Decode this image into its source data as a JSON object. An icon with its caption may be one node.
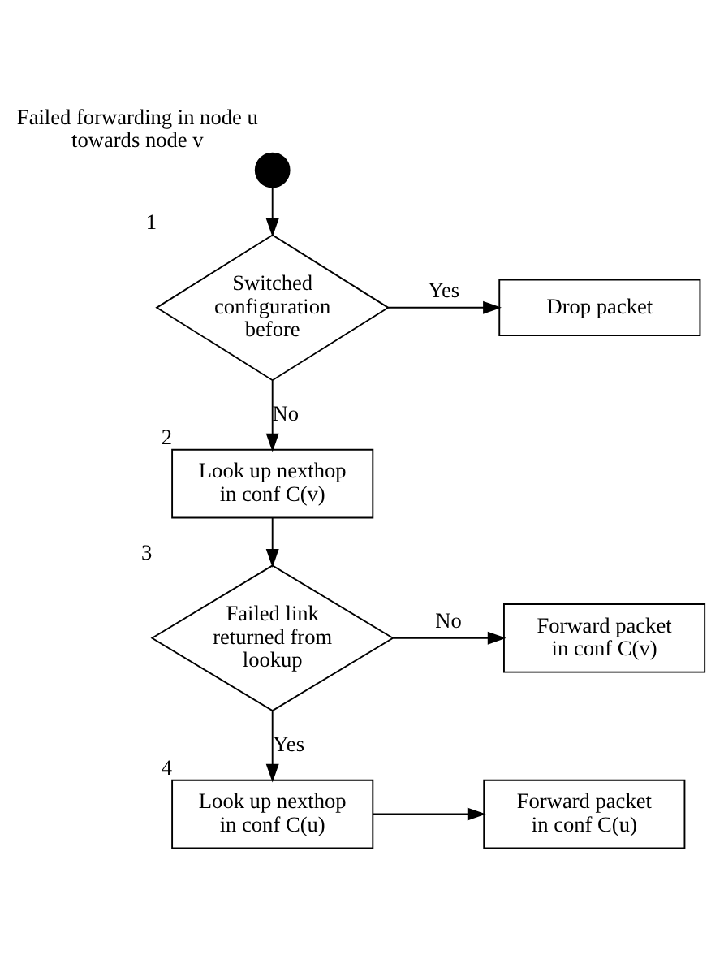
{
  "diagram": {
    "nodes": [
      {
        "text": [],
        "shape": "circle",
        "beside": [
          "Failed forwarding in node u towards node v"
        ]
      },
      {
        "text": [
          "Switched configuration before"
        ],
        "beside": [
          "1"
        ]
      },
      {
        "text": [
          "Drop packet"
        ]
      },
      {
        "text": [
          "Look up nexthop in conf C(v)"
        ],
        "beside": [
          "2"
        ]
      },
      {
        "text": [
          "Failed link returned from lookup"
        ],
        "beside": [
          "3"
        ]
      },
      {
        "text": [
          "Forward packet in conf C(v)"
        ]
      },
      {
        "text": [
          "Look up nexthop in conf C(u)"
        ],
        "beside": [
          "4"
        ]
      },
      {
        "text": [
          "Forward packet in conf C(u)"
        ]
      }
    ],
    "edges": [
      {
        "from": 0,
        "to": 1,
        "arrow": "to"
      },
      {
        "from": 1,
        "to": 2,
        "arrow": "to",
        "label": "Yes"
      },
      {
        "from": 1,
        "to": 3,
        "arrow": "to",
        "label": "No"
      },
      {
        "from": 3,
        "to": 4,
        "arrow": "to"
      },
      {
        "from": 4,
        "to": 5,
        "arrow": "to",
        "label": "No"
      },
      {
        "from": 4,
        "to": 6,
        "arrow": "to",
        "label": "Yes"
      },
      {
        "from": 6,
        "to": 7,
        "arrow": "to"
      }
    ]
  }
}
